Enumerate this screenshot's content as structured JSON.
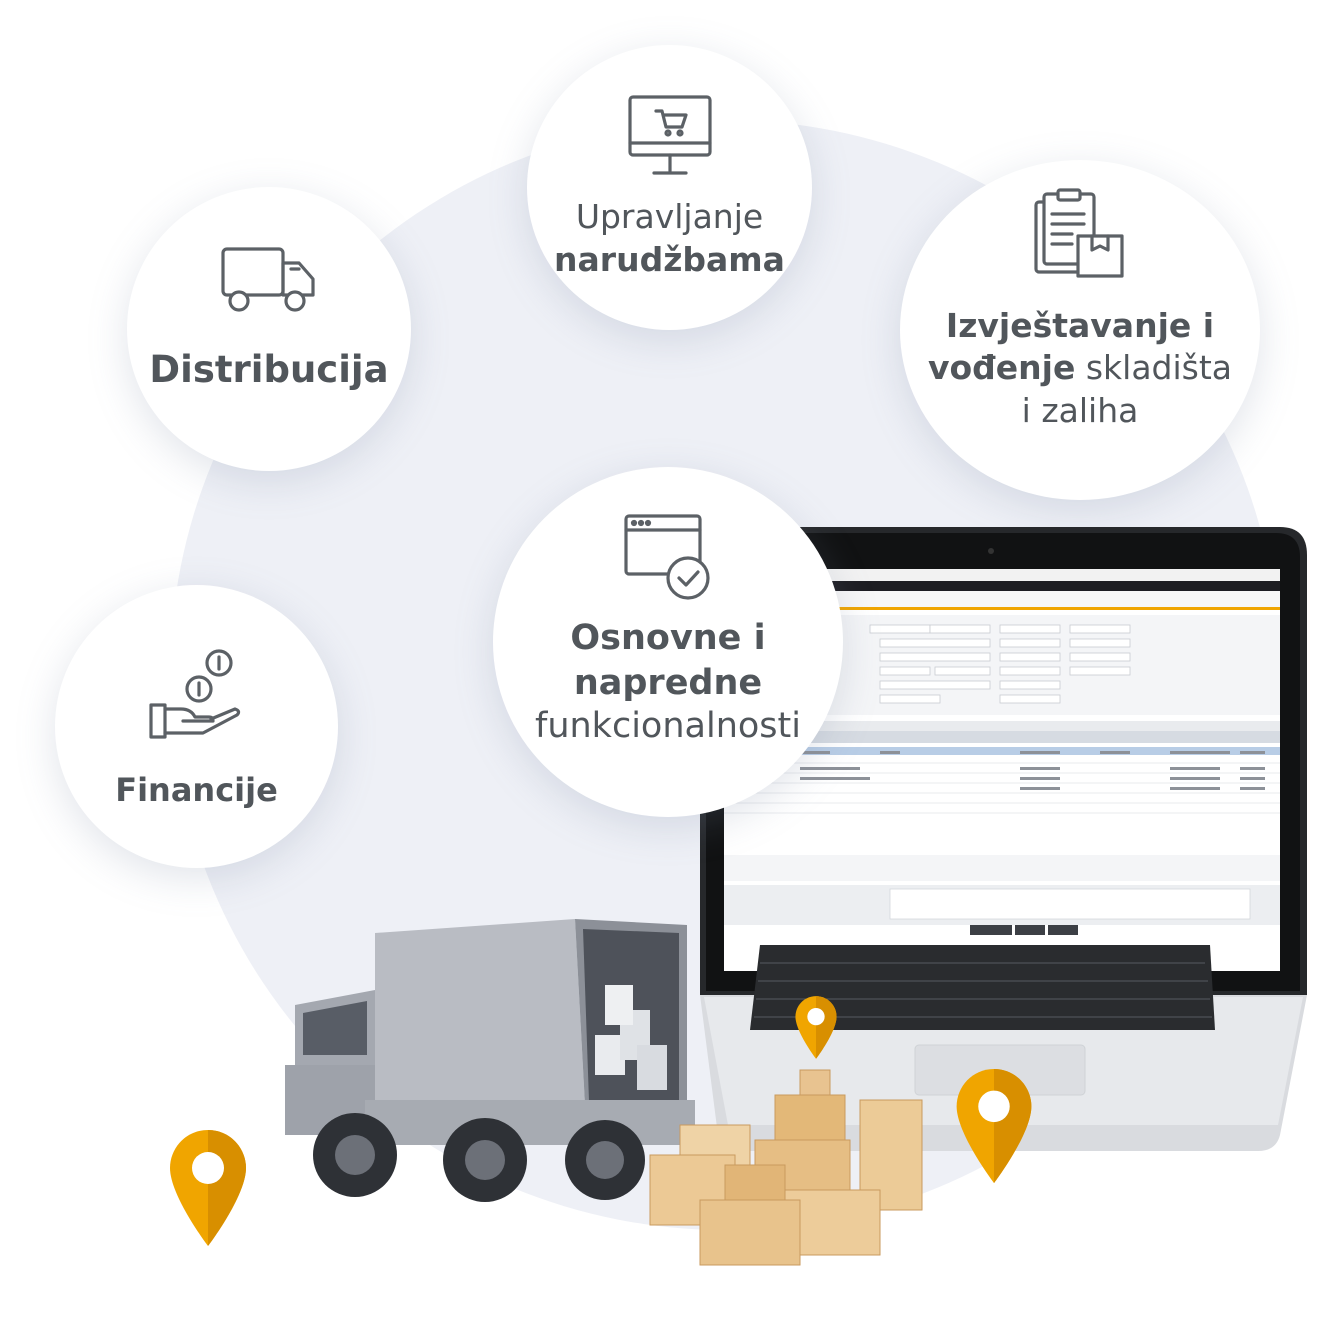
{
  "bubbles": {
    "orders": {
      "line1": "Upravljanje",
      "line2": "narudžbama",
      "icon": "monitor-cart-icon"
    },
    "distribution": {
      "line1": "Distribucija",
      "icon": "truck-icon"
    },
    "reporting": {
      "line1": "Izvještavanje i",
      "line2a": "vođenje",
      "line2b": " skladišta",
      "line3": "i zaliha",
      "icon": "clipboard-box-icon"
    },
    "features": {
      "line1": "Osnovne i",
      "line2": "napredne",
      "line3": "funkcionalnosti",
      "icon": "window-check-icon"
    },
    "finance": {
      "line1": "Financije",
      "icon": "hand-coins-icon"
    }
  },
  "colors": {
    "accent": "#f0a500",
    "text": "#51565b",
    "icon": "#5c6166",
    "background": "#eef0f6"
  }
}
